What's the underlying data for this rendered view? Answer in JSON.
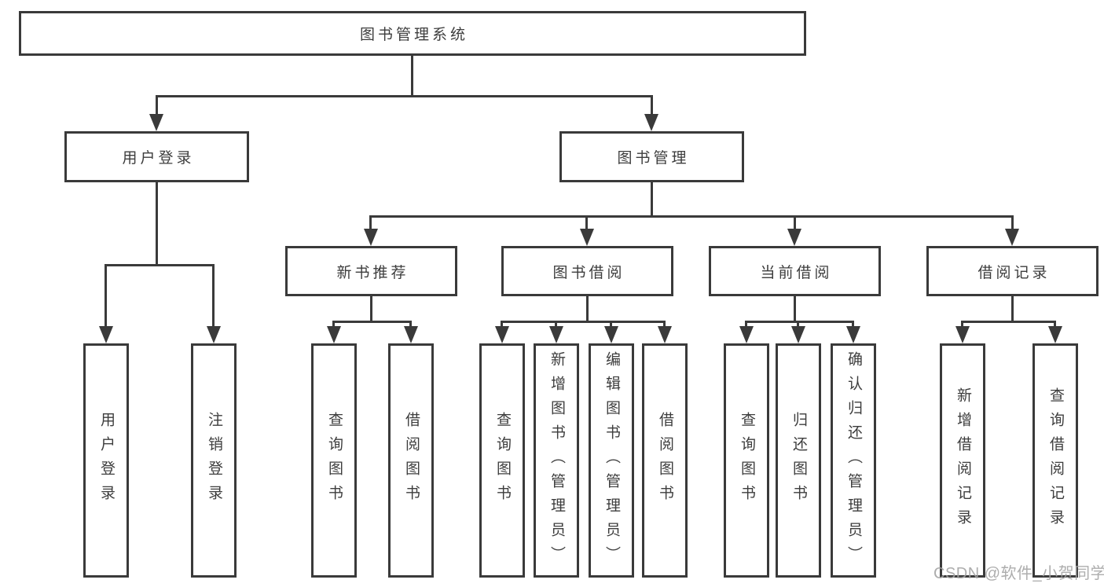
{
  "diagram": {
    "root": {
      "label": "图书管理系统"
    },
    "level2": [
      {
        "label": "用户登录"
      },
      {
        "label": "图书管理"
      }
    ],
    "level3": [
      {
        "label": "新书推荐"
      },
      {
        "label": "图书借阅"
      },
      {
        "label": "当前借阅"
      },
      {
        "label": "借阅记录"
      }
    ],
    "leaves": {
      "user_login": [
        {
          "label": "用户登录"
        },
        {
          "label": "注销登录"
        }
      ],
      "new_book": [
        {
          "label": "查询图书"
        },
        {
          "label": "借阅图书"
        }
      ],
      "borrow": [
        {
          "label": "查询图书"
        },
        {
          "label": "新增图书（管理员）"
        },
        {
          "label": "编辑图书（管理员）"
        },
        {
          "label": "借阅图书"
        }
      ],
      "current": [
        {
          "label": "查询图书"
        },
        {
          "label": "归还图书"
        },
        {
          "label": "确认归还（管理员）"
        }
      ],
      "records": [
        {
          "label": "新增借阅记录"
        },
        {
          "label": "查询借阅记录"
        }
      ]
    }
  },
  "watermark": {
    "text": "CSDN @软件_小贺同学"
  },
  "colors": {
    "line": "#3a3a3a",
    "text": "#3d3d3d",
    "background": "#ffffff",
    "watermark": "#a4a4a4"
  }
}
